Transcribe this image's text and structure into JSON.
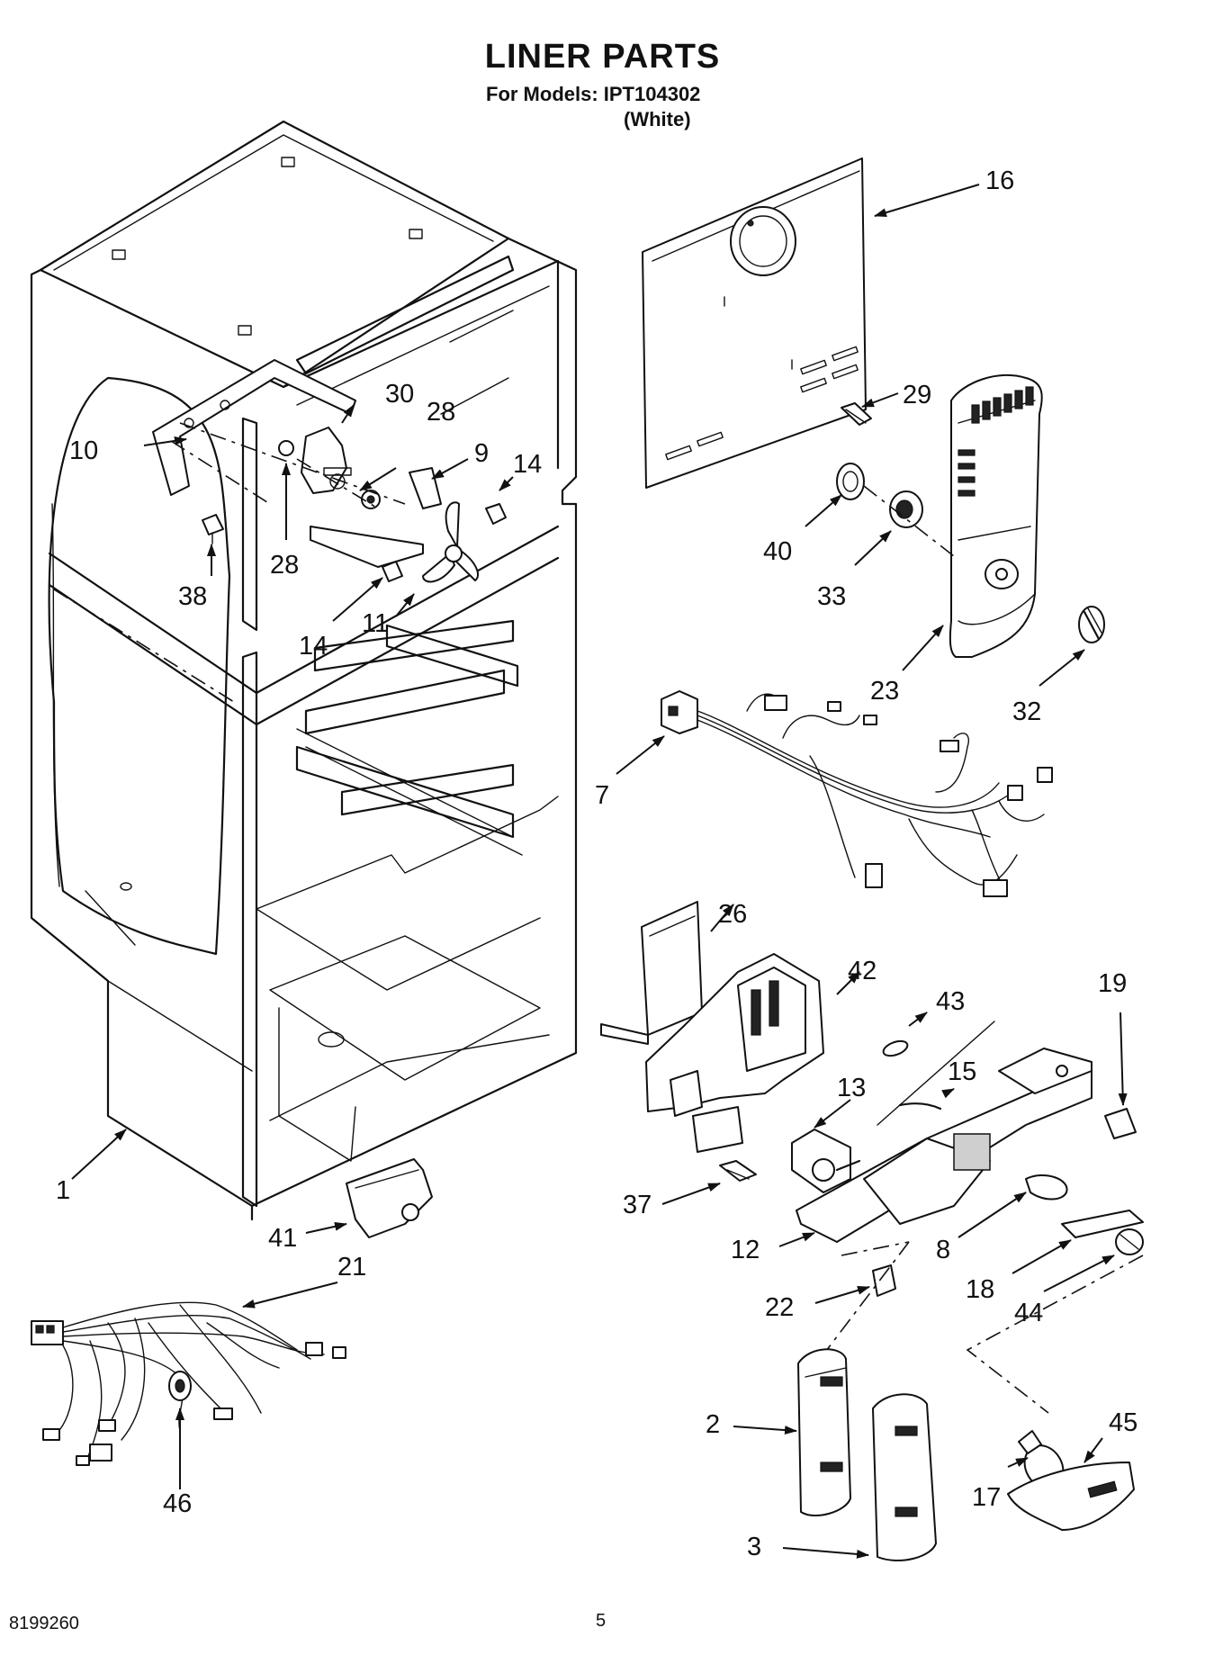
{
  "title": "LINER PARTS",
  "models_line": "For Models: IPT104302",
  "color_line": "(White)",
  "footer": {
    "doc_number": "8199260",
    "page_number": "5"
  },
  "callouts": {
    "p1": "1",
    "p2": "2",
    "p3": "3",
    "p7": "7",
    "p8": "8",
    "p9": "9",
    "p10": "10",
    "p11": "11",
    "p12": "12",
    "p13": "13",
    "p14a": "14",
    "p14b": "14",
    "p15": "15",
    "p16": "16",
    "p17": "17",
    "p18": "18",
    "p19": "19",
    "p21": "21",
    "p22": "22",
    "p23": "23",
    "p26": "26",
    "p28a": "28",
    "p28b": "28",
    "p29": "29",
    "p30": "30",
    "p32": "32",
    "p33": "33",
    "p37": "37",
    "p38": "38",
    "p40": "40",
    "p41": "41",
    "p42": "42",
    "p43": "43",
    "p44": "44",
    "p45": "45",
    "p46": "46"
  }
}
